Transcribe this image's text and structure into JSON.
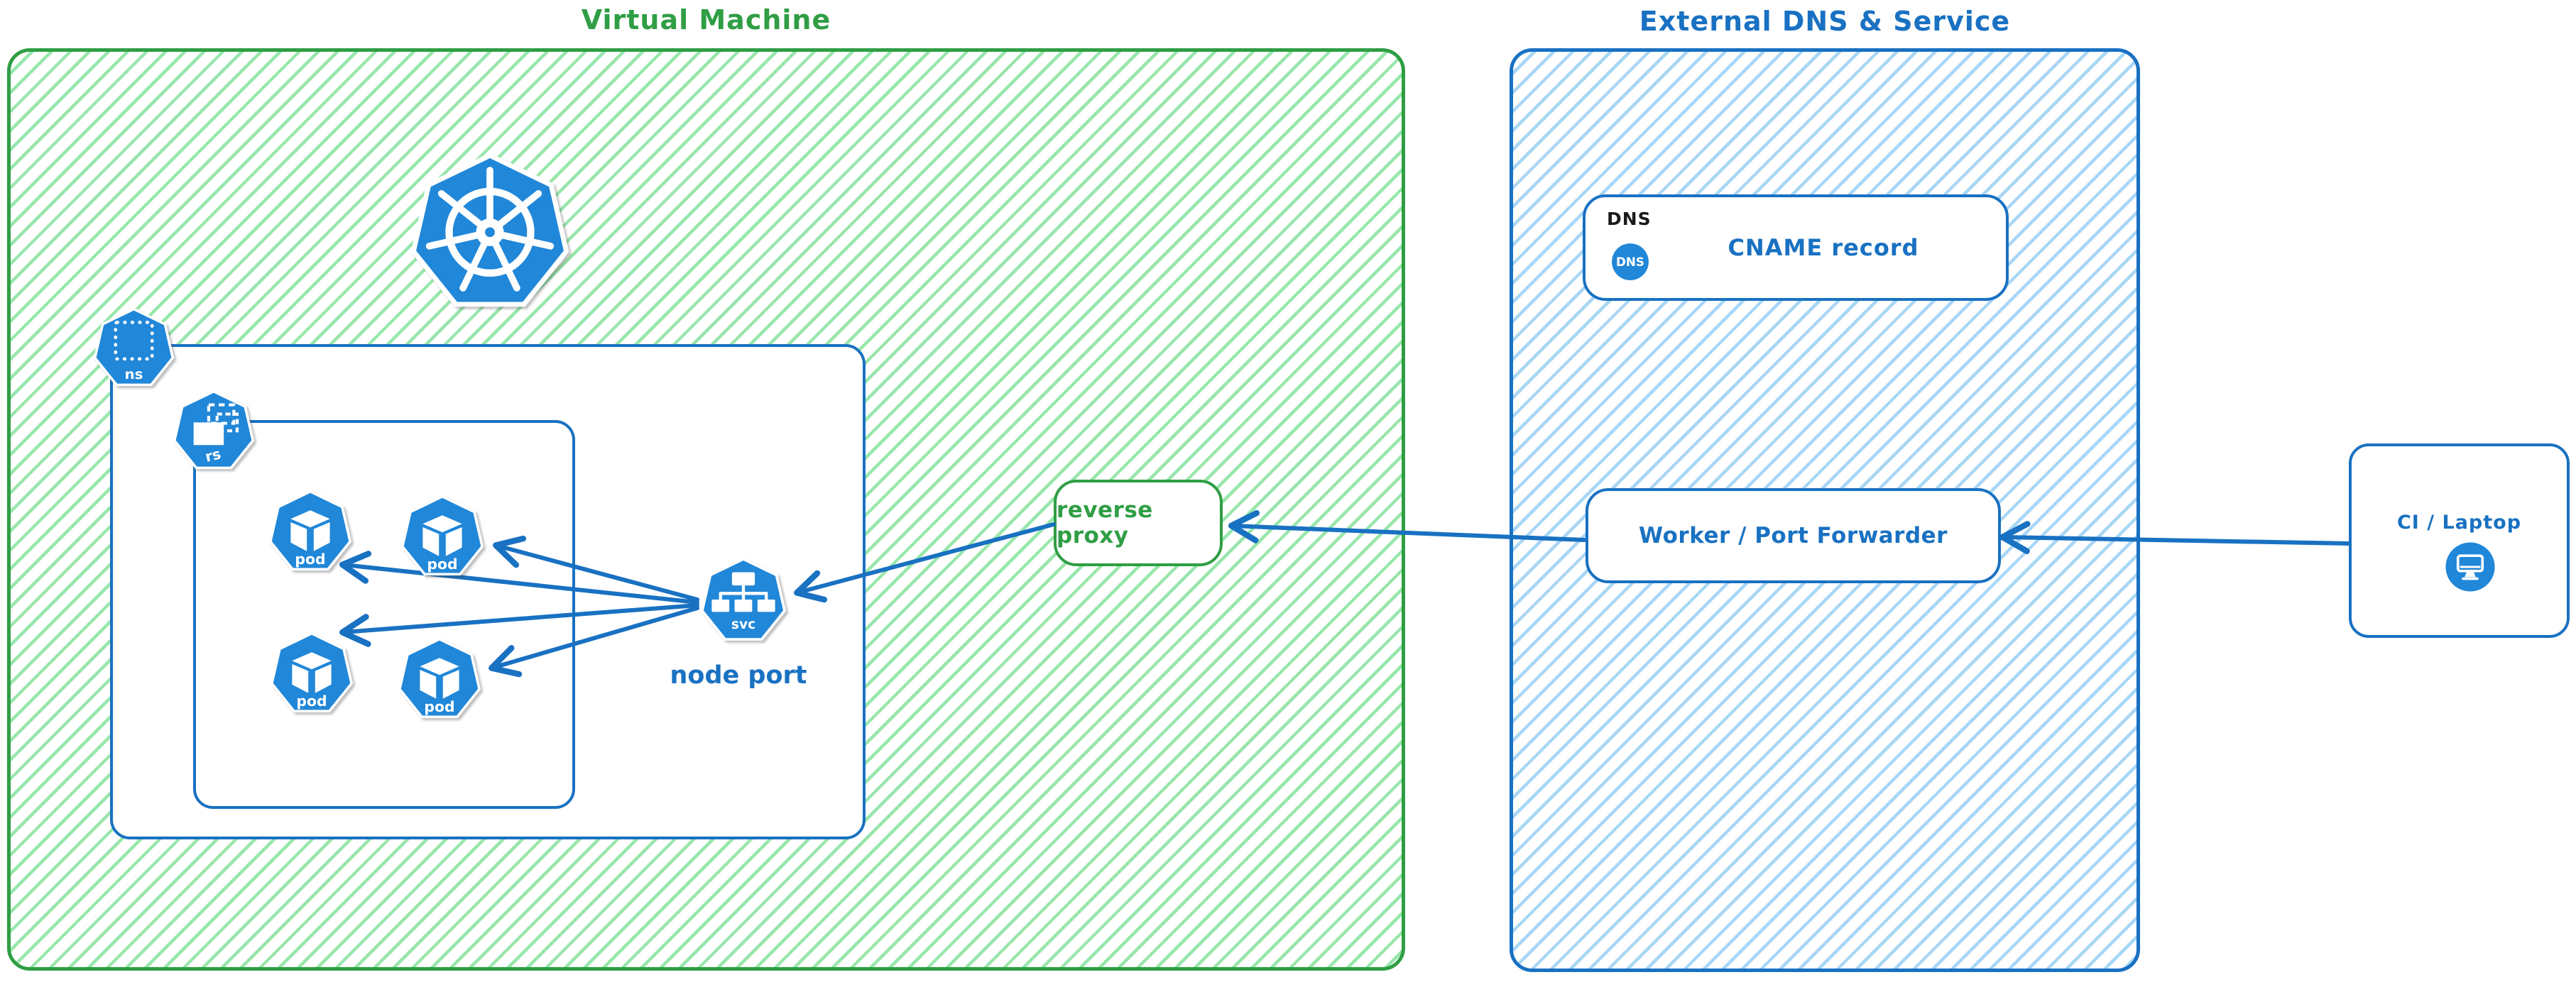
{
  "titles": {
    "vm": "Virtual Machine",
    "external": "External DNS & Service"
  },
  "vm": {
    "reverse_proxy_label": "reverse proxy",
    "service_caption": "node port",
    "service_label": "svc",
    "namespace_label": "ns",
    "replicaset_label": "rs",
    "pods": [
      {
        "label": "pod"
      },
      {
        "label": "pod"
      },
      {
        "label": "pod"
      },
      {
        "label": "pod"
      }
    ]
  },
  "external": {
    "dns_tag": "DNS",
    "dns_badge_label": "DNS",
    "cname_label": "CNAME record",
    "worker_label": "Worker / Port Forwarder"
  },
  "client": {
    "label": "CI / Laptop"
  },
  "colors": {
    "green_stroke": "#2f9e44",
    "green_hatch": "#98e6ab",
    "blue_stroke": "#1971c2",
    "blue_hatch": "#a9d6f6",
    "icon_blue": "#2187d8",
    "label_black": "#1a1a1a"
  }
}
